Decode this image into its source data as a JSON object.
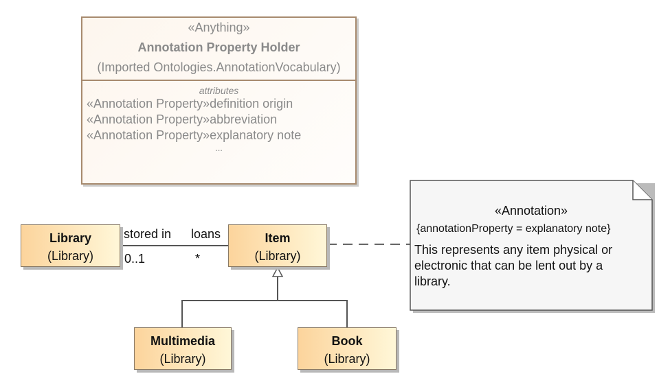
{
  "holder": {
    "stereotype": "«Anything»",
    "name": "Annotation Property Holder",
    "namespace": "(Imported Ontologies.AnnotationVocabulary)",
    "section": "attributes",
    "attributes": [
      "«Annotation Property»definition origin",
      "«Annotation Property»abbreviation",
      "«Annotation Property»explanatory note"
    ],
    "more": "..."
  },
  "classes": {
    "library": {
      "name": "Library",
      "pkg": "(Library)"
    },
    "item": {
      "name": "Item",
      "pkg": "(Library)"
    },
    "multimedia": {
      "name": "Multimedia",
      "pkg": "(Library)"
    },
    "book": {
      "name": "Book",
      "pkg": "(Library)"
    }
  },
  "association": {
    "role_left": "stored in",
    "mult_left": "0..1",
    "role_right": "loans",
    "mult_right": "*"
  },
  "note": {
    "stereotype": "«Annotation»",
    "tag": "{annotationProperty = explanatory note}",
    "text": "This represents any item physical or electronic that can be lent out by a library."
  }
}
